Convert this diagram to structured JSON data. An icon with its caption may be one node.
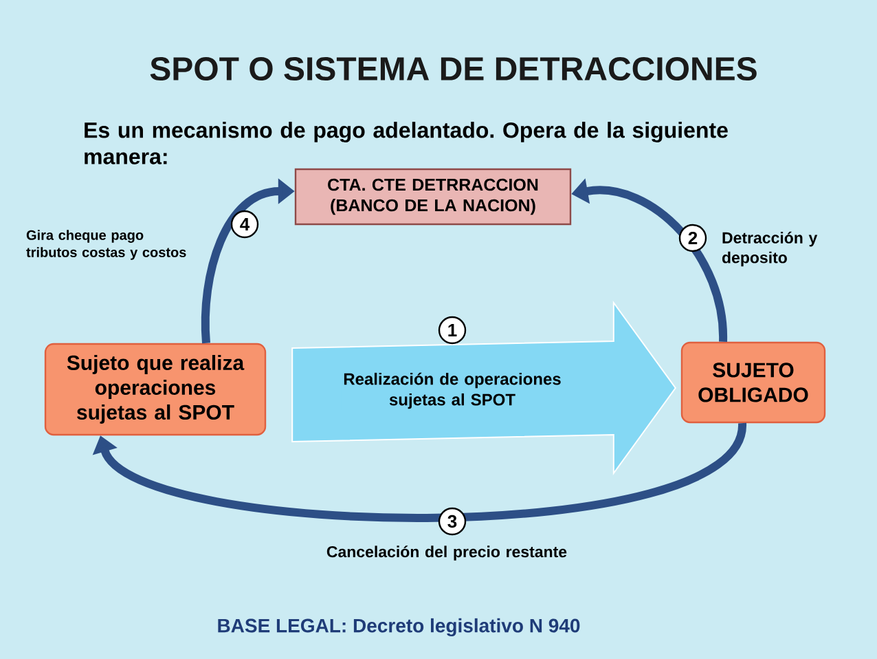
{
  "diagram": {
    "title": "SPOT O SISTEMA DE DETRACCIONES",
    "nodes": [
      {
        "text": [
          "Sujeto que realiza operaciones sujetas al SPOT"
        ]
      },
      {
        "text": [
          "CTA. CTE DETRRACCION (BANCO DE LA NACION)"
        ]
      },
      {
        "text": [
          "SUJETO OBLIGADO"
        ]
      }
    ],
    "edges": [
      {
        "from": 0,
        "to": 2,
        "arrow": "to",
        "label": "Realización de operaciones sujetas al SPOT",
        "style": "thick",
        "color": "#84d8f4"
      },
      {
        "from": 2,
        "to": 1,
        "arrow": "to",
        "label": "Detracción y deposito"
      },
      {
        "from": 2,
        "to": 0,
        "arrow": "to",
        "label": "Cancelación del precio restante"
      },
      {
        "from": 0,
        "to": 1,
        "arrow": "to",
        "label": "Gira cheque pago tributos costas y costos"
      }
    ],
    "labels": [
      "Es un mecanismo de pago adelantado. Opera de la siguiente manera:",
      "1",
      "2",
      "3",
      "4",
      "BASE LEGAL: Decreto legislativo N 940"
    ]
  }
}
